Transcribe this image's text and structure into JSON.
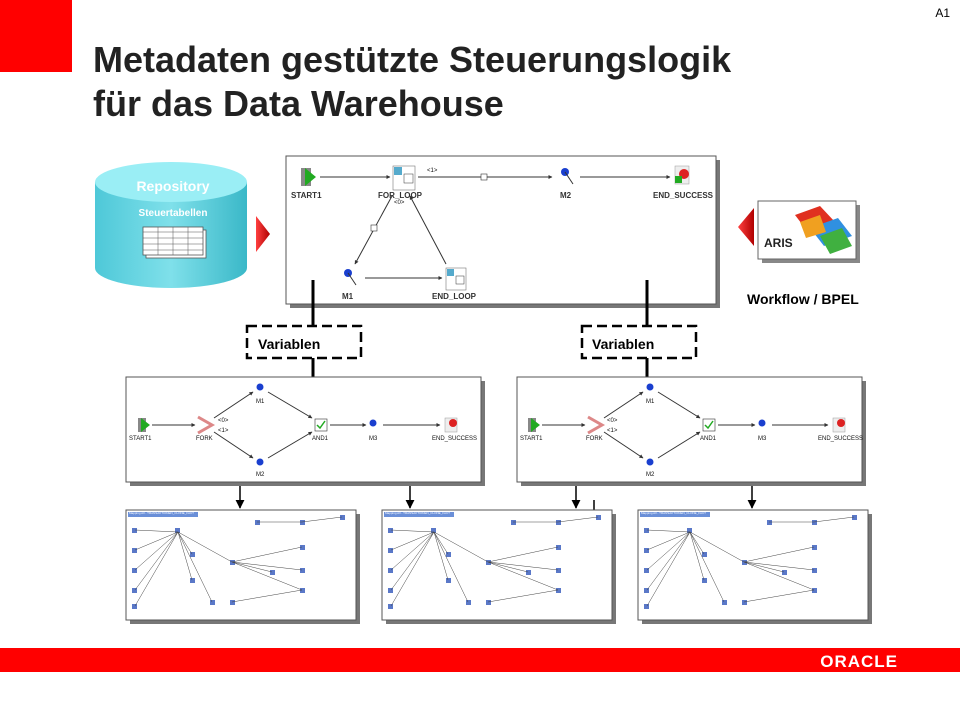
{
  "slide": {
    "number": "A1",
    "title_line1": "Metadaten gestützte Steuerungslogik",
    "title_line2": "für das Data Warehouse"
  },
  "repository": {
    "title": "Repository",
    "subtitle": "Steuertabellen"
  },
  "aris": {
    "logo": "ARIS",
    "caption": "Workflow / BPEL"
  },
  "variables_label": "Variablen",
  "top_workflow": {
    "start": "START1",
    "loop": "FOR_LOOP",
    "m1": "M1",
    "m2": "M2",
    "end_loop": "END_LOOP",
    "end": "END_SUCCESS",
    "cond1": "<1>",
    "cond0": "<0>"
  },
  "fork_workflow": {
    "start": "START1",
    "fork": "FORK",
    "m1": "M1",
    "m2": "M2",
    "and": "AND1",
    "m3": "M3",
    "end": "END_SUCCESS",
    "cond0": "<0>",
    "cond1": "<1>"
  },
  "mapping_title": "Mapping All - TRANSAKTIONEN_CLONE_FACT",
  "footer": {
    "logo": "ORACLE"
  },
  "colors": {
    "accent_red": "#ff0000",
    "panel_border": "#555555"
  }
}
